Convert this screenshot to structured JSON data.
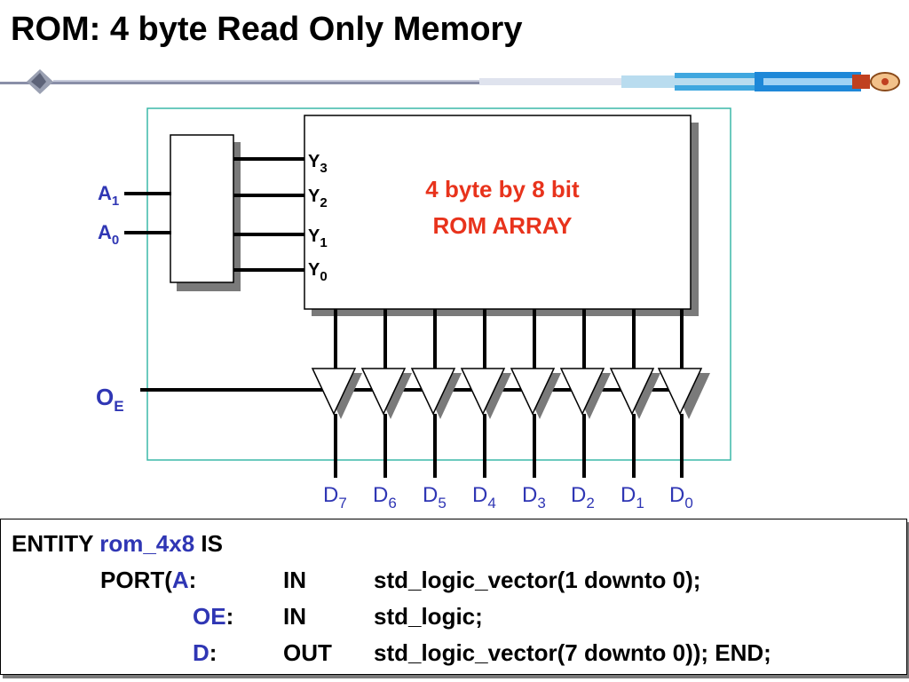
{
  "title": "ROM: 4 byte Read Only Memory",
  "colors": {
    "label_blue": "#2f36b4",
    "rom_red": "#e8331c",
    "frame_teal": "#3cb8a8",
    "shadow_gray": "#7a7a7a"
  },
  "icons": [
    "starship-header-rule"
  ],
  "diagram": {
    "inputs": [
      {
        "base": "A",
        "sub": "1"
      },
      {
        "base": "A",
        "sub": "0"
      }
    ],
    "enable": {
      "base": "O",
      "sub": "E"
    },
    "decoder_outputs": [
      {
        "base": "Y",
        "sub": "3"
      },
      {
        "base": "Y",
        "sub": "2"
      },
      {
        "base": "Y",
        "sub": "1"
      },
      {
        "base": "Y",
        "sub": "0"
      }
    ],
    "rom_array": {
      "line1": "4 byte by 8 bit",
      "line2": "ROM ARRAY"
    },
    "data_outputs": [
      {
        "base": "D",
        "sub": "7"
      },
      {
        "base": "D",
        "sub": "6"
      },
      {
        "base": "D",
        "sub": "5"
      },
      {
        "base": "D",
        "sub": "4"
      },
      {
        "base": "D",
        "sub": "3"
      },
      {
        "base": "D",
        "sub": "2"
      },
      {
        "base": "D",
        "sub": "1"
      },
      {
        "base": "D",
        "sub": "0"
      }
    ]
  },
  "code": {
    "entity_kw": "ENTITY",
    "entity_name": "rom_4x8",
    "is_kw": "IS",
    "port_kw": "PORT(",
    "ports": [
      {
        "name": "A",
        "colon": ":",
        "dir": "IN",
        "type": "std_logic_vector(1 downto 0);"
      },
      {
        "name": "OE",
        "colon": ":",
        "dir": "IN",
        "type": "std_logic;"
      },
      {
        "name": "D",
        "colon": ":",
        "dir": "OUT",
        "type": "std_logic_vector(7 downto 0)); END;"
      }
    ]
  }
}
